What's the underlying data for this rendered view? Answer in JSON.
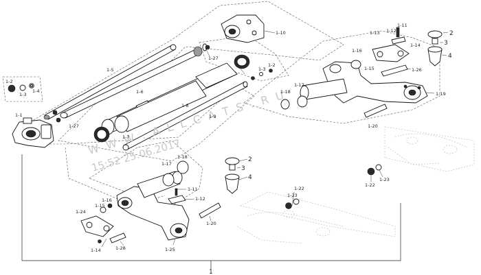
{
  "watermark": {
    "line1": "W W W . A L L C A T S . R U",
    "line2": "15:52 25.06.2017"
  },
  "labels": {
    "l_1_1": "1-1",
    "l_1_2": "1-2",
    "l_1_3": "1-3",
    "l_1_4": "1-4",
    "l_1_5": "1-5",
    "l_1_6": "1-6",
    "l_1_7": "1-7",
    "l_1_8": "1-8",
    "l_1_9": "1-9",
    "l_1_10": "1-10",
    "l_1_27a": "1-27",
    "l_1_27b": "1-27",
    "l_1_3top": "1-3",
    "l_1_2top": "1-2",
    "l_1_11a": "1-11",
    "l_1_12a": "1-12",
    "l_1_13a": "1-13",
    "l_1_14a": "1-14",
    "l_2a": "2",
    "l_3a": "3",
    "l_4a": "4",
    "l_1_16a": "1-16",
    "l_1_15a": "1-15",
    "l_1_26": "1-26",
    "l_1_18a": "1-18",
    "l_1_17a": "1-17",
    "l_1_19": "1-19",
    "l_1_20a": "1-20",
    "l_1_22a": "1-22",
    "l_1_23a": "1-23",
    "l_1_17b": "1-17",
    "l_1_18b": "1-18",
    "l_1_11b": "1-11",
    "l_1_12b": "1-12",
    "l_2b": "2",
    "l_3b": "3",
    "l_4b": "4",
    "l_1_16b": "1-16",
    "l_1_15b": "1-15",
    "l_1_24": "1-24",
    "l_1_14b": "1-14",
    "l_1_28": "1-28",
    "l_1_25": "1-25",
    "l_1_20b": "1-20",
    "l_1_23b": "1-23",
    "l_1_22b": "1-22",
    "l_1_main": "1"
  }
}
